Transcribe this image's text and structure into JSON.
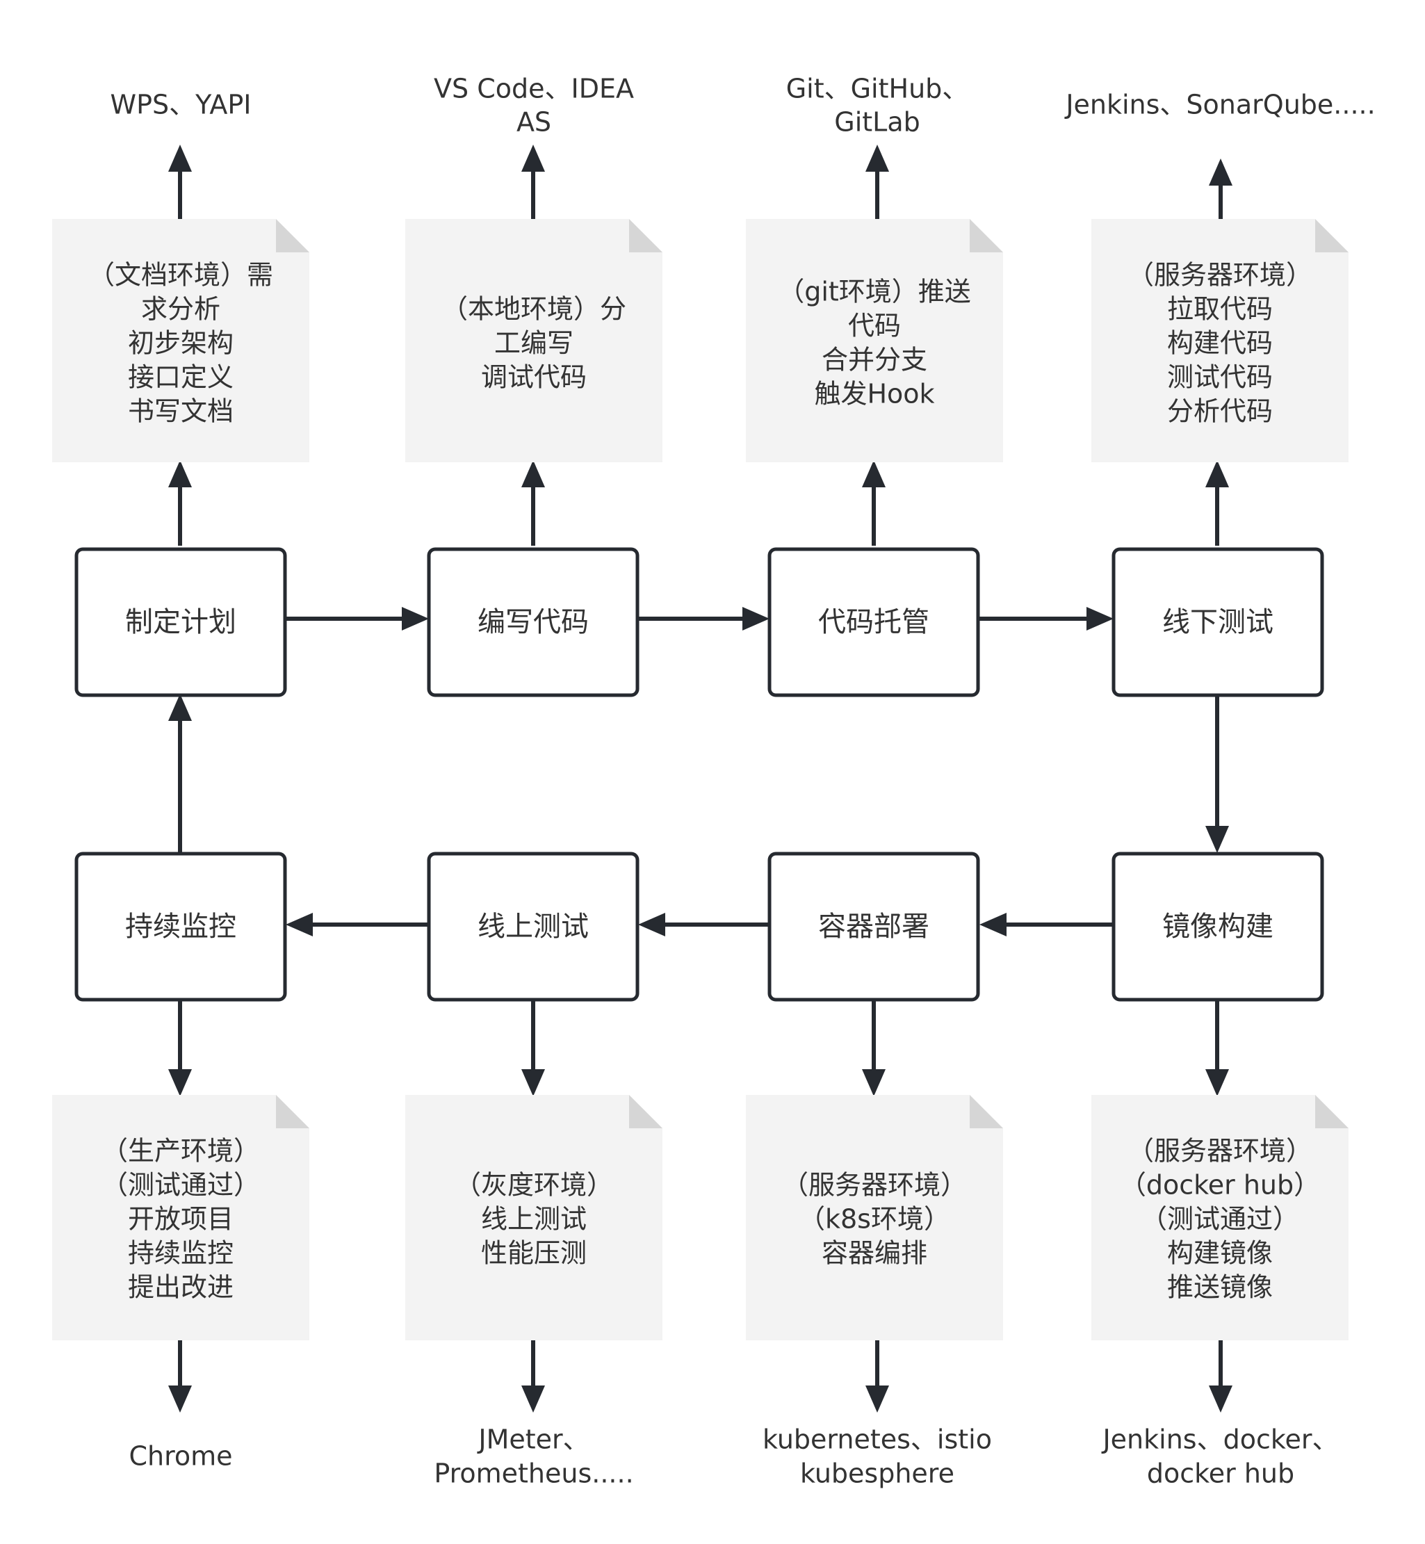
{
  "diagram": {
    "stages": {
      "plan": "制定计划",
      "code": "编写代码",
      "hosting": "代码托管",
      "offline_test": "线下测试",
      "monitor": "持续监控",
      "online_test": "线上测试",
      "deploy": "容器部署",
      "image_build": "镜像构建"
    },
    "notes": {
      "plan": [
        "（文档环境）需",
        "求分析",
        "初步架构",
        "接口定义",
        "书写文档"
      ],
      "code": [
        "（本地环境）分",
        "工编写",
        "调试代码"
      ],
      "hosting": [
        "（git环境）推送",
        "代码",
        "合并分支",
        "触发Hook"
      ],
      "offline_test": [
        "（服务器环境）",
        "拉取代码",
        "构建代码",
        "测试代码",
        "分析代码"
      ],
      "monitor": [
        "（生产环境）",
        "（测试通过）",
        "开放项目",
        "持续监控",
        "提出改进"
      ],
      "online_test": [
        "（灰度环境）",
        "线上测试",
        "性能压测"
      ],
      "deploy": [
        "（服务器环境）",
        "（k8s环境）",
        "容器编排"
      ],
      "image_build": [
        "（服务器环境）",
        "（docker hub）",
        "（测试通过）",
        "构建镜像",
        "推送镜像"
      ]
    },
    "tools": {
      "plan": [
        "WPS、YAPI"
      ],
      "code": [
        "VS Code、IDEA",
        "AS"
      ],
      "hosting": [
        "Git、GitHub、",
        "GitLab"
      ],
      "offline_test": [
        "Jenkins、SonarQube....."
      ],
      "monitor": [
        "Chrome"
      ],
      "online_test": [
        "JMeter、",
        "Prometheus....."
      ],
      "deploy": [
        "kubernetes、istio",
        "kubesphere"
      ],
      "image_build": [
        "Jenkins、docker、",
        "docker hub"
      ]
    }
  }
}
